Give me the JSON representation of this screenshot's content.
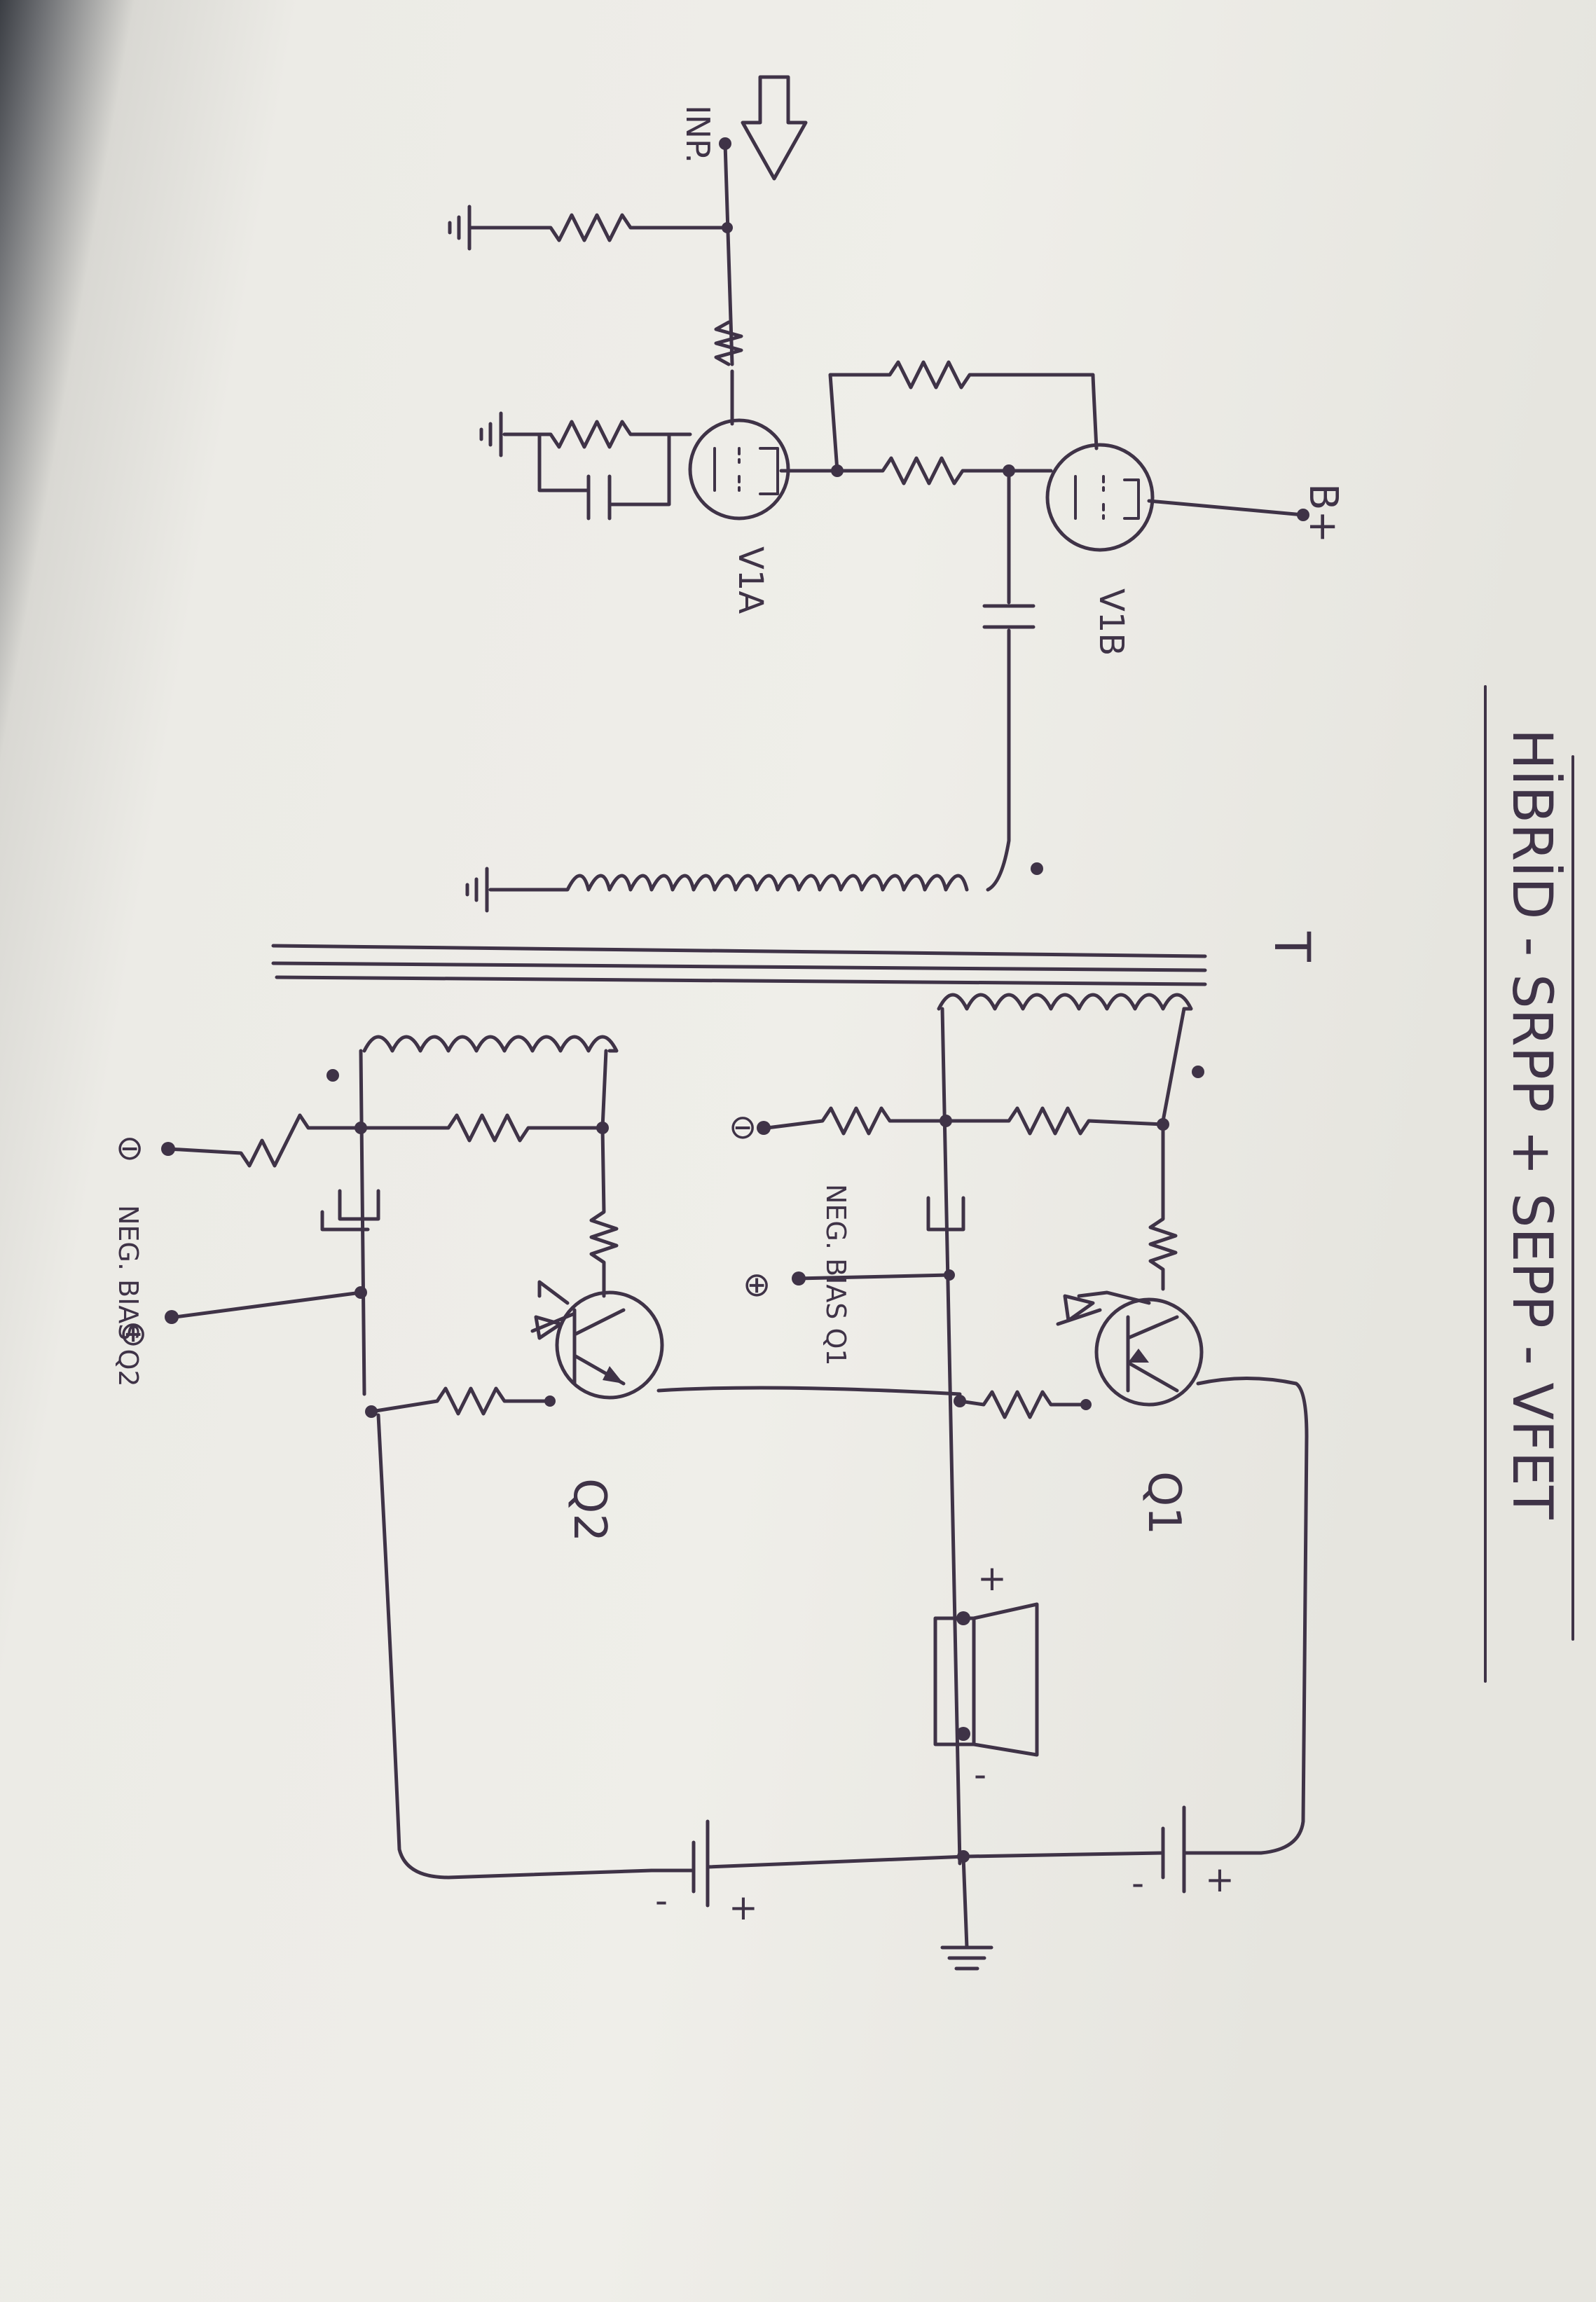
{
  "title": "HİBRİD - SRPP + SEPP - VFET",
  "labels": {
    "input": "INP.",
    "tube_a": "V1A",
    "tube_b": "V1B",
    "supply": "B+",
    "transformer": "T",
    "q1": "Q1",
    "q2": "Q2",
    "bias_q1_minus": "⊖",
    "bias_q1_text": "NEG. BIAS Q1",
    "bias_q1_plus": "⊕",
    "bias_q2_minus": "⊖",
    "bias_q2_text": "NEG. BIAS Q2",
    "bias_q2_plus": "⊕",
    "speaker_plus": "+",
    "speaker_minus": "-",
    "bat1_minus": "-",
    "bat1_plus": "+",
    "bat2_minus": "-",
    "bat2_plus": "+"
  },
  "colors": {
    "ink": "#3f3347",
    "paper": "#ecebe6"
  }
}
